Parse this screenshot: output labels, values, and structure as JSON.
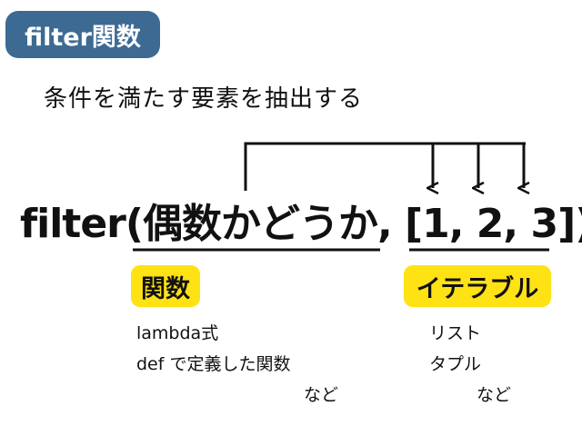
{
  "header": {
    "badge_label": "filter関数"
  },
  "description": "条件を満たす要素を抽出する",
  "code": {
    "func_name": "filter(",
    "condition": "偶数かどうか",
    "separator": ", ",
    "iterable": "[1, 2, 3]",
    "close": ")"
  },
  "function_arg": {
    "label": "関数",
    "examples": [
      "lambda式",
      "def で定義した関数",
      "など"
    ]
  },
  "iterable_arg": {
    "label": "イテラブル",
    "examples": [
      "リスト",
      "タプル",
      "など"
    ]
  },
  "colors": {
    "badge_bg": "#3d6a93",
    "highlight": "#ffe213",
    "text": "#111111"
  }
}
